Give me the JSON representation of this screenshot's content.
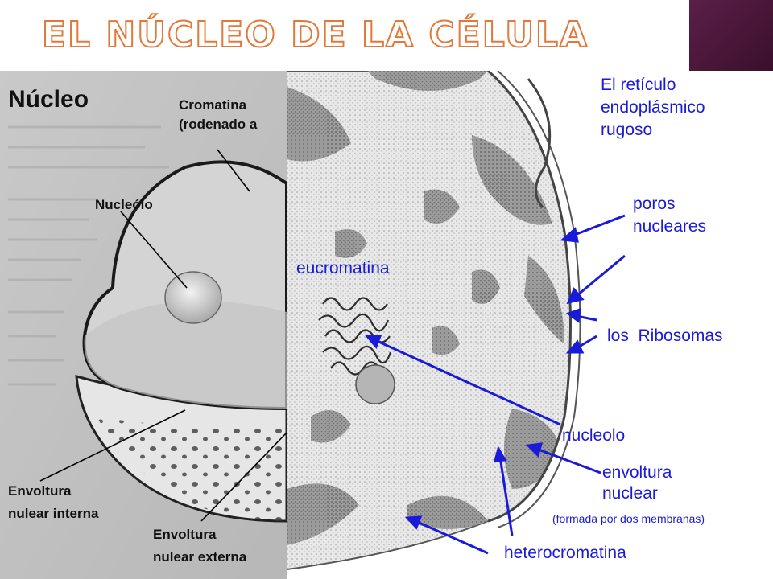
{
  "title": "EL NÚCLEO DE LA CÉLULA",
  "colors": {
    "title_outline": "#e07a3c",
    "deco_block": "#4a1638",
    "label_blue": "#1a1ad9"
  },
  "left_diagram": {
    "heading": "Núcleo",
    "labels": {
      "cromatina_1": "Cromatina",
      "cromatina_2": "(rodenado a",
      "nucleolo": "Nucleólo",
      "envoltura_interna_1": "Envoltura",
      "envoltura_interna_2": "nulear interna",
      "envoltura_externa_1": "Envoltura",
      "envoltura_externa_2": "nulear externa"
    }
  },
  "right_diagram": {
    "labels": {
      "reticulo_1": "El retículo",
      "reticulo_2": "endoplásmico",
      "reticulo_3": "rugoso",
      "poros_1": "poros",
      "poros_2": "nucleares",
      "eucromatina": "eucromatina",
      "ribosomas": "los  Ribosomas",
      "nucleolo": "nucleolo",
      "envoltura_1": "envoltura",
      "envoltura_2": "nuclear",
      "envoltura_3": "(formada por dos membranas)",
      "heterocromatina": "heterocromatina"
    }
  }
}
